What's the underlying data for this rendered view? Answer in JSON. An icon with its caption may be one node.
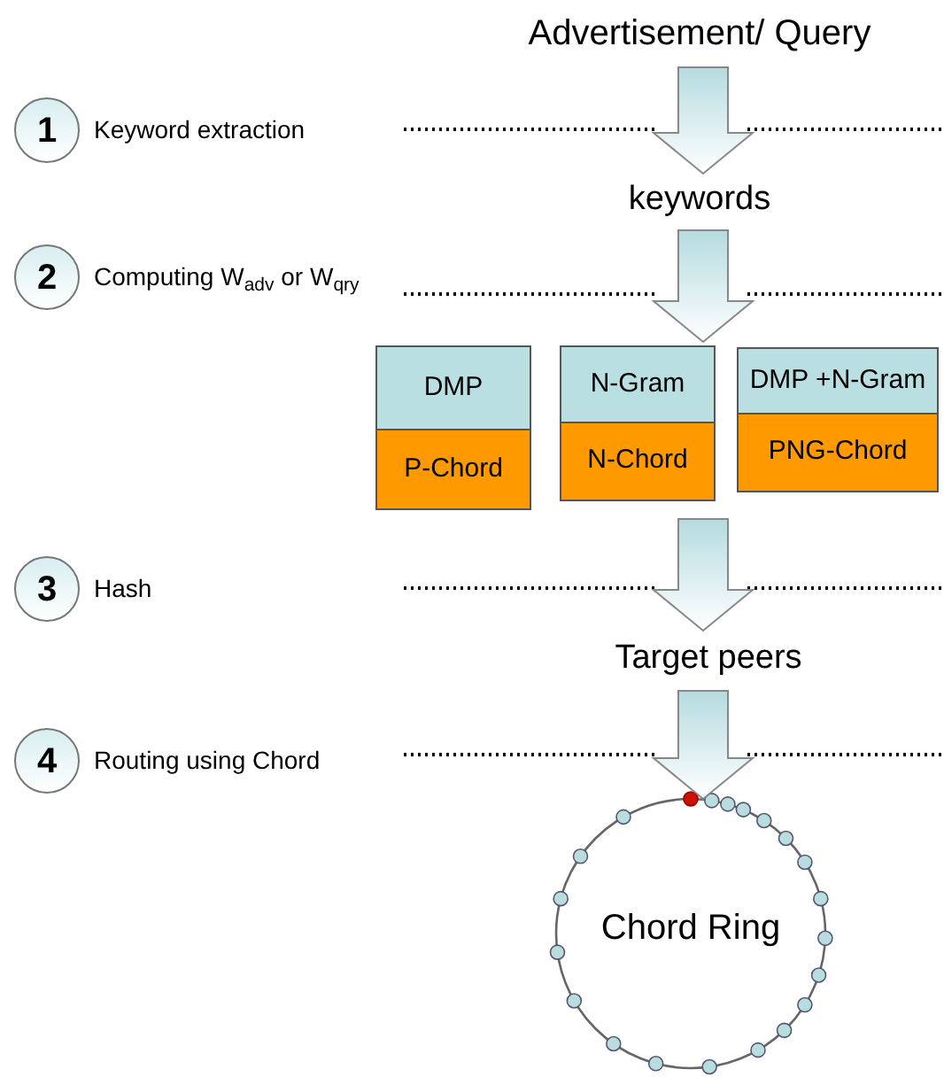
{
  "diagram": {
    "nodes": [
      {
        "text": [
          "Advertisement/ Query"
        ]
      },
      {
        "text": [
          "keywords"
        ]
      },
      {
        "text": [
          "DMP",
          "P-Chord"
        ]
      },
      {
        "text": [
          "N-Gram",
          "N-Chord"
        ]
      },
      {
        "text": [
          "DMP +N-Gram",
          "PNG-Chord"
        ]
      },
      {
        "text": [
          "Target peers"
        ]
      },
      {
        "text": [
          "Chord Ring"
        ]
      },
      {
        "text": [
          "1"
        ],
        "beside": [
          "Keyword extraction"
        ]
      },
      {
        "text": [
          "2"
        ],
        "beside": [
          "Computing W$_{adv}$ or W$_{qry}$"
        ]
      },
      {
        "text": [
          "3"
        ],
        "beside": [
          "Hash"
        ]
      },
      {
        "text": [
          "4"
        ],
        "beside": [
          "Routing using Chord"
        ]
      }
    ],
    "edges": [
      {
        "from": 0,
        "to": 1,
        "arrow": "to"
      },
      {
        "from": 1,
        "to": 3,
        "arrow": "to"
      },
      {
        "from": 3,
        "to": 5,
        "arrow": "to"
      },
      {
        "from": 5,
        "to": 6,
        "arrow": "to"
      }
    ]
  }
}
